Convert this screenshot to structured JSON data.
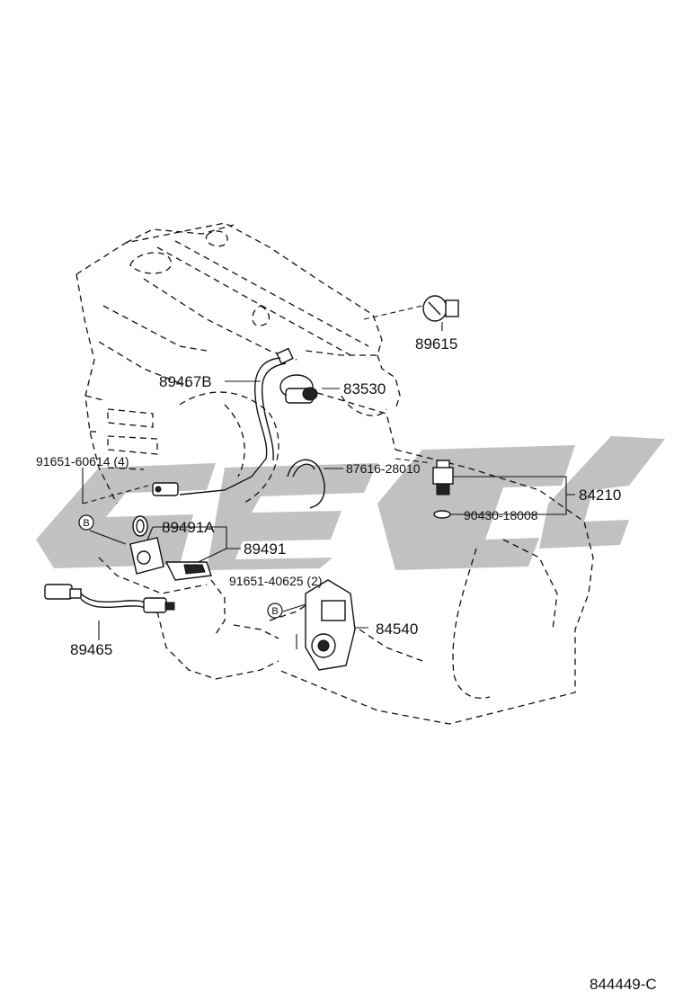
{
  "labels": {
    "p89615": "89615",
    "p89467b": "89467B",
    "p83530": "83530",
    "p91651_60614": "91651-60614 (4)",
    "p87616": "87616-28010",
    "p84210": "84210",
    "p90430": "90430-18008",
    "p89491a": "89491A",
    "p89491": "89491",
    "p91651_40625": "91651-40625 (2)",
    "p84540": "84540",
    "p89465": "89465",
    "marker_b": "B"
  },
  "reference_code": "844449-C"
}
